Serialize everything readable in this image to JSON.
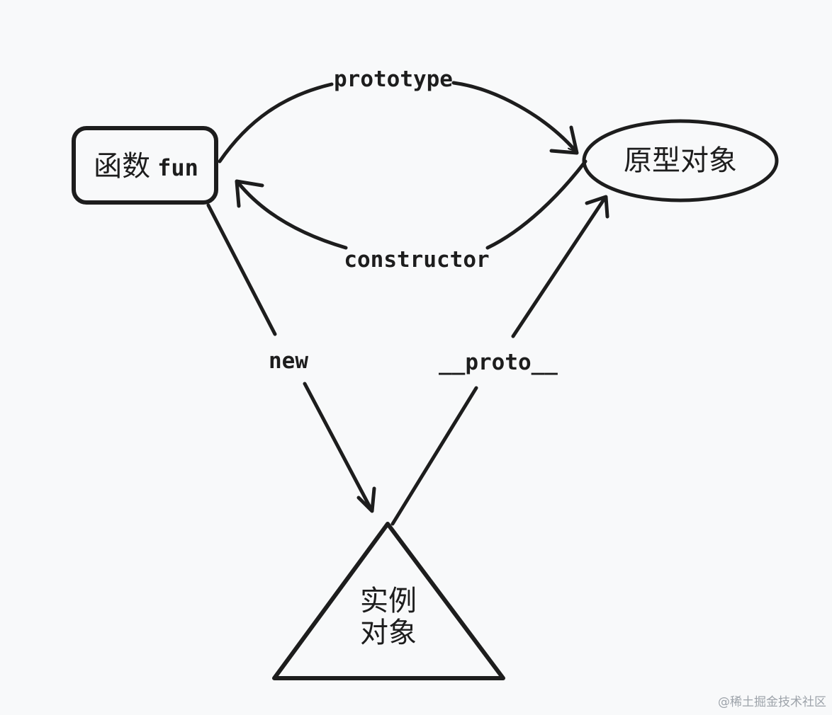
{
  "diagram": {
    "nodes": {
      "function": {
        "label_cn": "函数",
        "label_code": "fun",
        "shape": "rounded-rect"
      },
      "prototype": {
        "label": "原型对象",
        "shape": "ellipse"
      },
      "instance": {
        "line1": "实例",
        "line2": "对象",
        "shape": "triangle"
      }
    },
    "edges": [
      {
        "id": "prototype",
        "from": "function",
        "to": "prototype",
        "label": "prototype"
      },
      {
        "id": "constructor",
        "from": "prototype",
        "to": "function",
        "label": "constructor"
      },
      {
        "id": "new",
        "from": "function",
        "to": "instance",
        "label": "new"
      },
      {
        "id": "proto",
        "from": "instance",
        "to": "prototype",
        "label": "__proto__"
      }
    ]
  },
  "watermark": "@稀土掘金技术社区",
  "colors": {
    "background": "#f8f9fa",
    "stroke": "#1d1d1d",
    "watermark": "#9da3aa"
  }
}
